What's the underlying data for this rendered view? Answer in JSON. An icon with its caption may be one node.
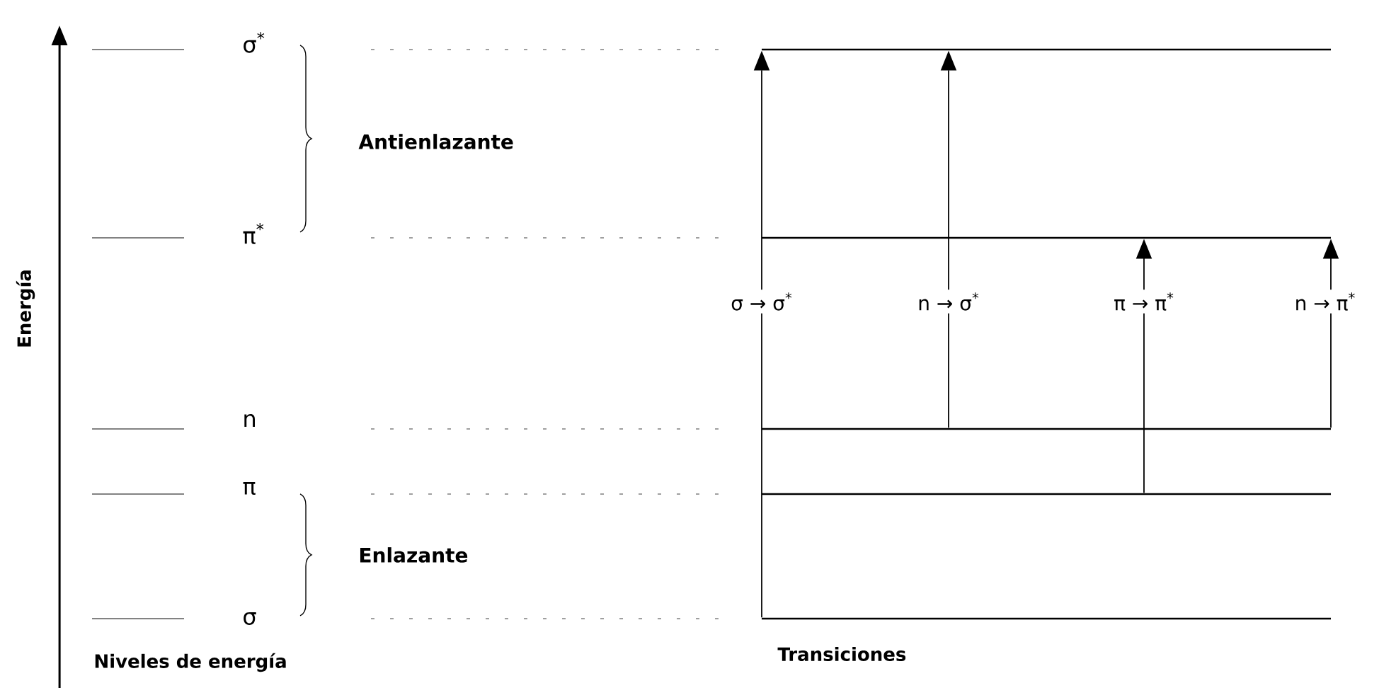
{
  "diagram": {
    "nodes": [
      {
        "text": [],
        "shape": "bar"
      },
      {
        "text": [],
        "shape": "bar"
      },
      {
        "text": [],
        "shape": "bar"
      },
      {
        "text": [],
        "shape": "bar"
      },
      {
        "text": [],
        "shape": "bar"
      }
    ],
    "edges": [
      {
        "from": 4,
        "to": 0,
        "arrow": "to",
        "label": "σ → σ$^{*}$"
      },
      {
        "from": 2,
        "to": 0,
        "arrow": "to",
        "label": "n → σ$^{*}$"
      },
      {
        "from": 3,
        "to": 1,
        "arrow": "to",
        "label": "π → π$^{*}$"
      },
      {
        "from": 2,
        "to": 1,
        "arrow": "to",
        "label": "n → π$^{*}$"
      }
    ],
    "labels": [
      "Energía",
      "σ$^{*}$",
      "Antienlazante",
      "π$^{*}$",
      "n",
      "π",
      "Enlazante",
      "σ",
      "Niveles de energía",
      "Transiciones"
    ]
  }
}
